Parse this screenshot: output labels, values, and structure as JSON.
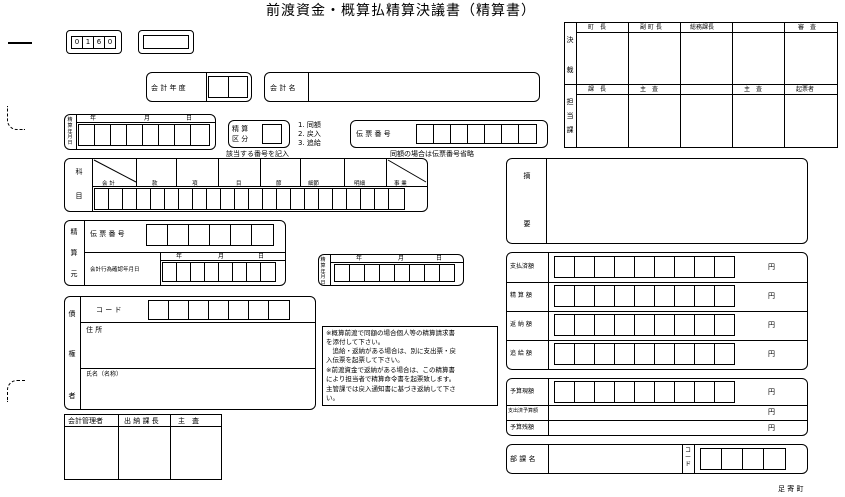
{
  "title": "前渡資金・概算払精算決議書（精算書）",
  "doc_code": [
    "0",
    "1",
    "6",
    "0"
  ],
  "fiscal_year": {
    "label": "会 計 年 度"
  },
  "account_name": {
    "label": "会 計 名"
  },
  "date_block": {
    "side": "精算年月日",
    "year": "年",
    "month": "月",
    "day": "日"
  },
  "settle_type": {
    "label1": "精 算",
    "label2": "区 分",
    "options": [
      "1. 同額",
      "2. 戻入",
      "3. 追給"
    ]
  },
  "slip_number": {
    "label": "伝 票 番 号"
  },
  "hints": {
    "code": "該当する番号を記入",
    "same": "同額の場合は伝票番号省略"
  },
  "kamoku": {
    "side": [
      "科",
      "目"
    ],
    "headers": [
      "会 計",
      "款",
      "項",
      "目",
      "節",
      "細節",
      "明細",
      "事 業"
    ]
  },
  "origin": {
    "side": [
      "精",
      "算",
      "元"
    ],
    "slip_label": "伝 票 番 号",
    "date_label": "会計行為確認年月日",
    "year": "年",
    "month": "月",
    "day": "日",
    "small_label": "精算年月日"
  },
  "payee": {
    "side": [
      "債",
      "権",
      "者"
    ],
    "code_label": "コ ー ド",
    "address_label": "住 所",
    "name_label": "氏名（名称）"
  },
  "notes": [
    "※概算前渡で同額の場合個人等の精算請求書",
    "を添付して下さい。",
    "　追給・返納がある場合は、別に支出票・戻",
    "入伝票を起票して下さい。",
    "※前渡資金で返納がある場合は、この精算書",
    "により担当者で精算命令書を起票致します。",
    "主管課では戻入通知書に基づき返納して下さ",
    "い。"
  ],
  "approvals_bottom": [
    "会計管理者",
    "出 納 課 長",
    "主　査"
  ],
  "decision": {
    "side_top": [
      "決",
      "裁"
    ],
    "side_bottom": [
      "担",
      "当",
      "課"
    ],
    "top_headers": [
      "町　長",
      "副 町 長",
      "総務課長",
      "",
      "審　査"
    ],
    "bottom_headers": [
      "課　長",
      "主　査",
      "",
      "主　査",
      "起票者"
    ]
  },
  "summary": {
    "side": [
      "摘",
      "要"
    ]
  },
  "amounts": [
    {
      "label": "支払済額",
      "unit": "円"
    },
    {
      "label": "精 算 額",
      "unit": "円"
    },
    {
      "label": "返 納 額",
      "unit": "円"
    },
    {
      "label": "追 給 額",
      "unit": "円"
    }
  ],
  "budget": [
    {
      "label": "予算現額",
      "unit": "円"
    },
    {
      "label": "支出済予算額",
      "unit": "円"
    },
    {
      "label": "予算残額",
      "unit": "円"
    }
  ],
  "department": {
    "label": "部 課 名",
    "code": "コード"
  },
  "footer": "足 寄 町"
}
